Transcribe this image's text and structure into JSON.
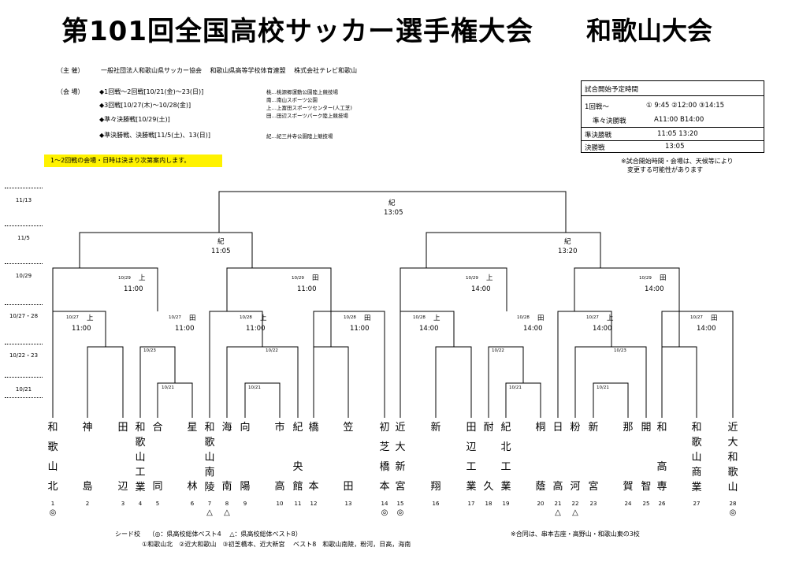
{
  "header": {
    "title": "第101回全国高校サッカー選手権大会",
    "subtitle": "和歌山大会"
  },
  "info": {
    "host_label": "（主 催）",
    "host_text": "一般社団法人和歌山県サッカー協会　 和歌山県高等学校体育連盟　 株式会社テレビ和歌山",
    "venue_label": "（会 場）",
    "rounds": [
      "◆1回戦～2回戦[10/21(金)～23(日)]",
      "◆3回戦[10/27(木)～10/28(金)]",
      "◆準々決勝戦[10/29(土)]",
      "◆準決勝戦、決勝戦[11/5(土)、13(日)]"
    ],
    "venues": [
      "桃…桃源郷運動公園陸上競技場",
      "南…南山スポーツ公園",
      "上…上富田スポーツセンター(人工芝)",
      "田…田辺スポーツパーク陸上競技場"
    ],
    "final_venue": "紀…紀三井寺公園陸上競技場",
    "notice": "1～2回戦の会場・日時は決まり次第案内します。"
  },
  "schedule": {
    "title": "試合開始予定時間",
    "r1_label": "1回戦～",
    "r1_times": "①  9:45  ②12:00  ③14:15",
    "qf_label": "準々決勝戦",
    "qf_times": "A11:00   B14:00",
    "sf_label": "準決勝戦",
    "sf_times": "11:05    13:20",
    "f_label": "決勝戦",
    "f_times": "13:05",
    "note1": "※試合開始時間・会場は、天候等により",
    "note2": "変更する可能性があります"
  },
  "side_dates": [
    "11/13",
    "11/5",
    "10/29",
    "10/27・28",
    "10/22・23",
    "10/21"
  ],
  "matches": {
    "final": {
      "venue": "紀",
      "time": "13:05"
    },
    "sf1": {
      "venue": "紀",
      "time": "11:05"
    },
    "sf2": {
      "venue": "紀",
      "time": "13:20"
    },
    "qf": [
      {
        "date": "10/29",
        "venue": "上",
        "time": "11:00"
      },
      {
        "date": "10/29",
        "venue": "田",
        "time": "11:00"
      },
      {
        "date": "10/29",
        "venue": "上",
        "time": "14:00"
      },
      {
        "date": "10/29",
        "venue": "田",
        "time": "14:00"
      }
    ],
    "r3": [
      {
        "date": "10/27",
        "venue": "上",
        "time": "11:00"
      },
      {
        "date": "10/27",
        "venue": "田",
        "time": "11:00"
      },
      {
        "date": "10/28",
        "venue": "上",
        "time": "11:00"
      },
      {
        "date": "10/28",
        "venue": "田",
        "time": "11:00"
      },
      {
        "date": "10/28",
        "venue": "上",
        "time": "14:00"
      },
      {
        "date": "10/28",
        "venue": "田",
        "time": "14:00"
      },
      {
        "date": "10/27",
        "venue": "上",
        "time": "14:00"
      },
      {
        "date": "10/27",
        "venue": "田",
        "time": "14:00"
      }
    ],
    "r2_date_a": "10/23",
    "r2_date_b": "10/22",
    "r1_date": "10/21"
  },
  "teams": [
    {
      "name": [
        "和",
        "歌",
        "山",
        "北"
      ],
      "num": "1",
      "mark": "◎"
    },
    {
      "name": [
        "神",
        "",
        "",
        "島"
      ],
      "num": "2",
      "mark": ""
    },
    {
      "name": [
        "田",
        "",
        "",
        "辺"
      ],
      "num": "3",
      "mark": ""
    },
    {
      "name": [
        "和",
        "歌",
        "山",
        "工",
        "業"
      ],
      "num": "4",
      "mark": ""
    },
    {
      "name": [
        "合",
        "",
        "",
        "同"
      ],
      "num": "5",
      "mark": ""
    },
    {
      "name": [
        "星",
        "",
        "",
        "林"
      ],
      "num": "6",
      "mark": ""
    },
    {
      "name": [
        "和",
        "歌",
        "山",
        "南",
        "陵"
      ],
      "num": "7",
      "mark": "△"
    },
    {
      "name": [
        "海",
        "",
        "",
        "南"
      ],
      "num": "8",
      "mark": "△"
    },
    {
      "name": [
        "向",
        "",
        "",
        "陽"
      ],
      "num": "9",
      "mark": ""
    },
    {
      "name": [
        "市",
        "",
        "",
        "高"
      ],
      "num": "10",
      "mark": ""
    },
    {
      "name": [
        "紀",
        "",
        "央",
        "館"
      ],
      "num": "11",
      "mark": ""
    },
    {
      "name": [
        "橋",
        "",
        "",
        "本"
      ],
      "num": "12",
      "mark": ""
    },
    {
      "name": [
        "笠",
        "",
        "",
        "田"
      ],
      "num": "13",
      "mark": ""
    },
    {
      "name": [
        "初",
        "芝",
        "橋",
        "本"
      ],
      "num": "14",
      "mark": "◎"
    },
    {
      "name": [
        "近",
        "大",
        "新",
        "宮"
      ],
      "num": "15",
      "mark": "◎"
    },
    {
      "name": [
        "新",
        "",
        "",
        "翔"
      ],
      "num": "16",
      "mark": ""
    },
    {
      "name": [
        "田",
        "辺",
        "工",
        "業"
      ],
      "num": "17",
      "mark": ""
    },
    {
      "name": [
        "耐",
        "",
        "",
        "久"
      ],
      "num": "18",
      "mark": ""
    },
    {
      "name": [
        "紀",
        "北",
        "工",
        "業"
      ],
      "num": "19",
      "mark": ""
    },
    {
      "name": [
        "桐",
        "",
        "",
        "蔭"
      ],
      "num": "20",
      "mark": ""
    },
    {
      "name": [
        "日",
        "",
        "",
        "高"
      ],
      "num": "21",
      "mark": "△"
    },
    {
      "name": [
        "粉",
        "",
        "",
        "河"
      ],
      "num": "22",
      "mark": "△"
    },
    {
      "name": [
        "新",
        "",
        "",
        "宮"
      ],
      "num": "23",
      "mark": ""
    },
    {
      "name": [
        "那",
        "",
        "",
        "賀"
      ],
      "num": "24",
      "mark": ""
    },
    {
      "name": [
        "開",
        "",
        "",
        "智"
      ],
      "num": "25",
      "mark": ""
    },
    {
      "name": [
        "和",
        "",
        "高",
        "専"
      ],
      "num": "26",
      "mark": ""
    },
    {
      "name": [
        "和",
        "歌",
        "山",
        "商",
        "業"
      ],
      "num": "27",
      "mark": ""
    },
    {
      "name": [
        "近",
        "大",
        "和",
        "歌",
        "山"
      ],
      "num": "28",
      "mark": "◎"
    }
  ],
  "footer": {
    "seed_label": "シード校　 （◎：県高校総体ベスト4　 △：県高校総体ベスト8）",
    "seed_list": "①和歌山北　②近大和歌山　③初芝橋本、近大新宮　 ベスト8　和歌山南陵，粉河，日高，海南",
    "note": "※合同は、串本古座・高野山・和歌山東の3校"
  }
}
